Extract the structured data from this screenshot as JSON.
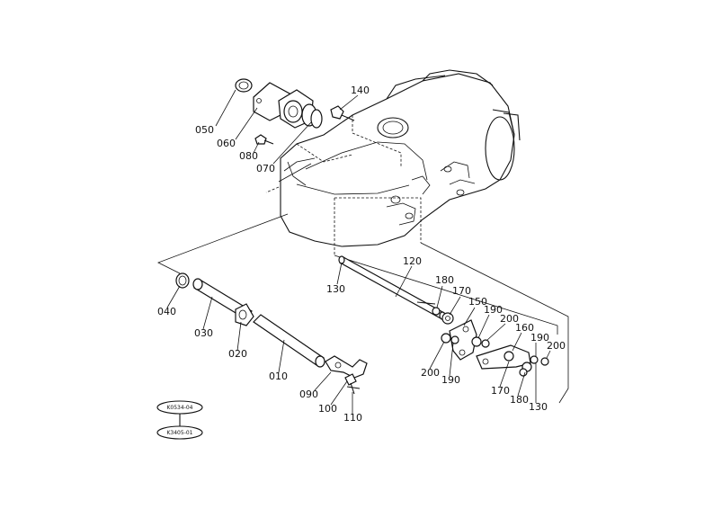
{
  "diagram": {
    "parts": [
      "050",
      "060",
      "080",
      "070",
      "140",
      "120",
      "130",
      "180",
      "170",
      "150",
      "190",
      "200",
      "160",
      "040",
      "030",
      "020",
      "010",
      "090",
      "100",
      "110"
    ],
    "ref_codes": [
      "K0534-04",
      "K3405-01"
    ]
  }
}
